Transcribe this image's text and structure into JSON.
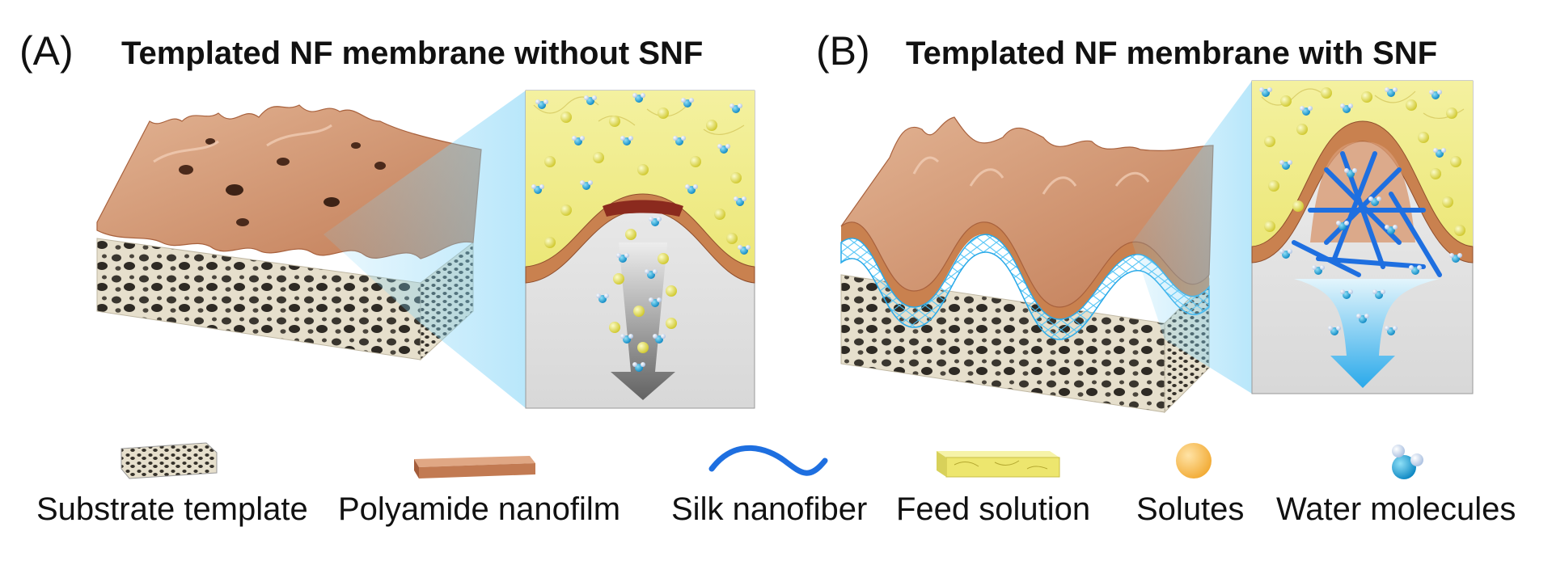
{
  "panel_a": {
    "letter": "(A)",
    "title": "Templated NF membrane without SNF"
  },
  "panel_b": {
    "letter": "(B)",
    "title": "Templated NF membrane with SNF"
  },
  "legend": [
    {
      "label": "Substrate template",
      "icon": "substrate-template-icon"
    },
    {
      "label": "Polyamide nanofilm",
      "icon": "polyamide-nanofilm-icon"
    },
    {
      "label": "Silk nanofiber",
      "icon": "silk-nanofiber-icon"
    },
    {
      "label": "Feed solution",
      "icon": "feed-solution-icon"
    },
    {
      "label": "Solutes",
      "icon": "solute-sphere-icon"
    },
    {
      "label": "Water molecules",
      "icon": "water-molecule-icon"
    }
  ],
  "colors": {
    "polyamide": "#c8865f",
    "substrate": "#ddd6c4",
    "silk": "#1e88d6",
    "feed": "#f1ee86",
    "solute": "#e6e24a",
    "water": "#1ea6d2",
    "flow_gray": "#666666",
    "flow_blue": "#33b5ef"
  }
}
